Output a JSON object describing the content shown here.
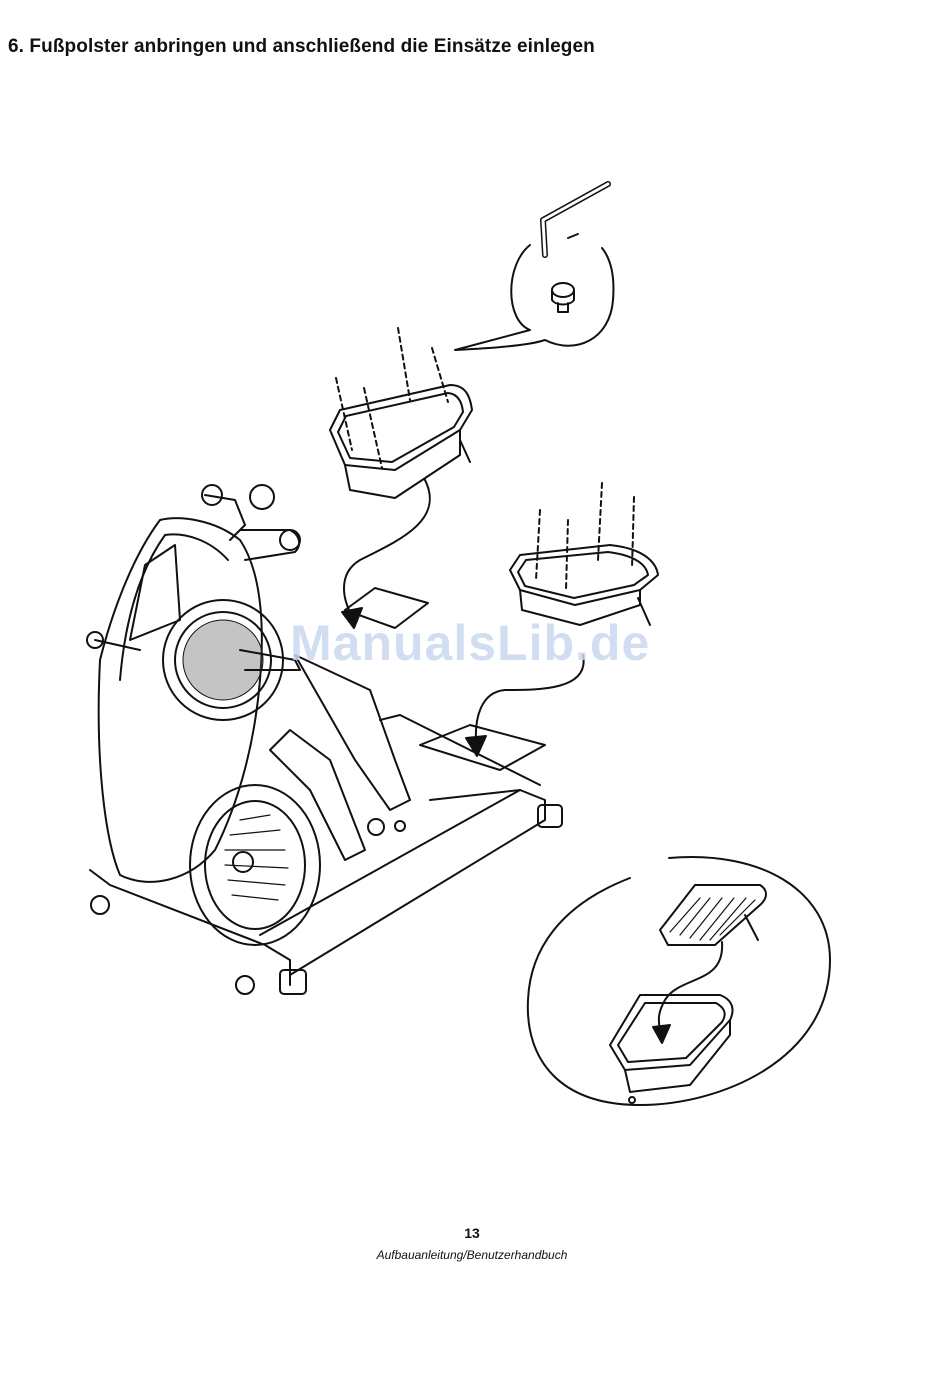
{
  "document": {
    "heading": "6.  Fußpolster anbringen und anschließend die Einsätze einlegen",
    "watermark": "ManualsLib.de",
    "page_number": "13",
    "footer_text": "Aufbauanleitung/Benutzerhandbuch"
  },
  "illustration": {
    "parts": [
      "elliptical-trainer",
      "left-foot-pad",
      "right-foot-pad",
      "allen-key",
      "screw",
      "foot-pad-insert"
    ]
  }
}
